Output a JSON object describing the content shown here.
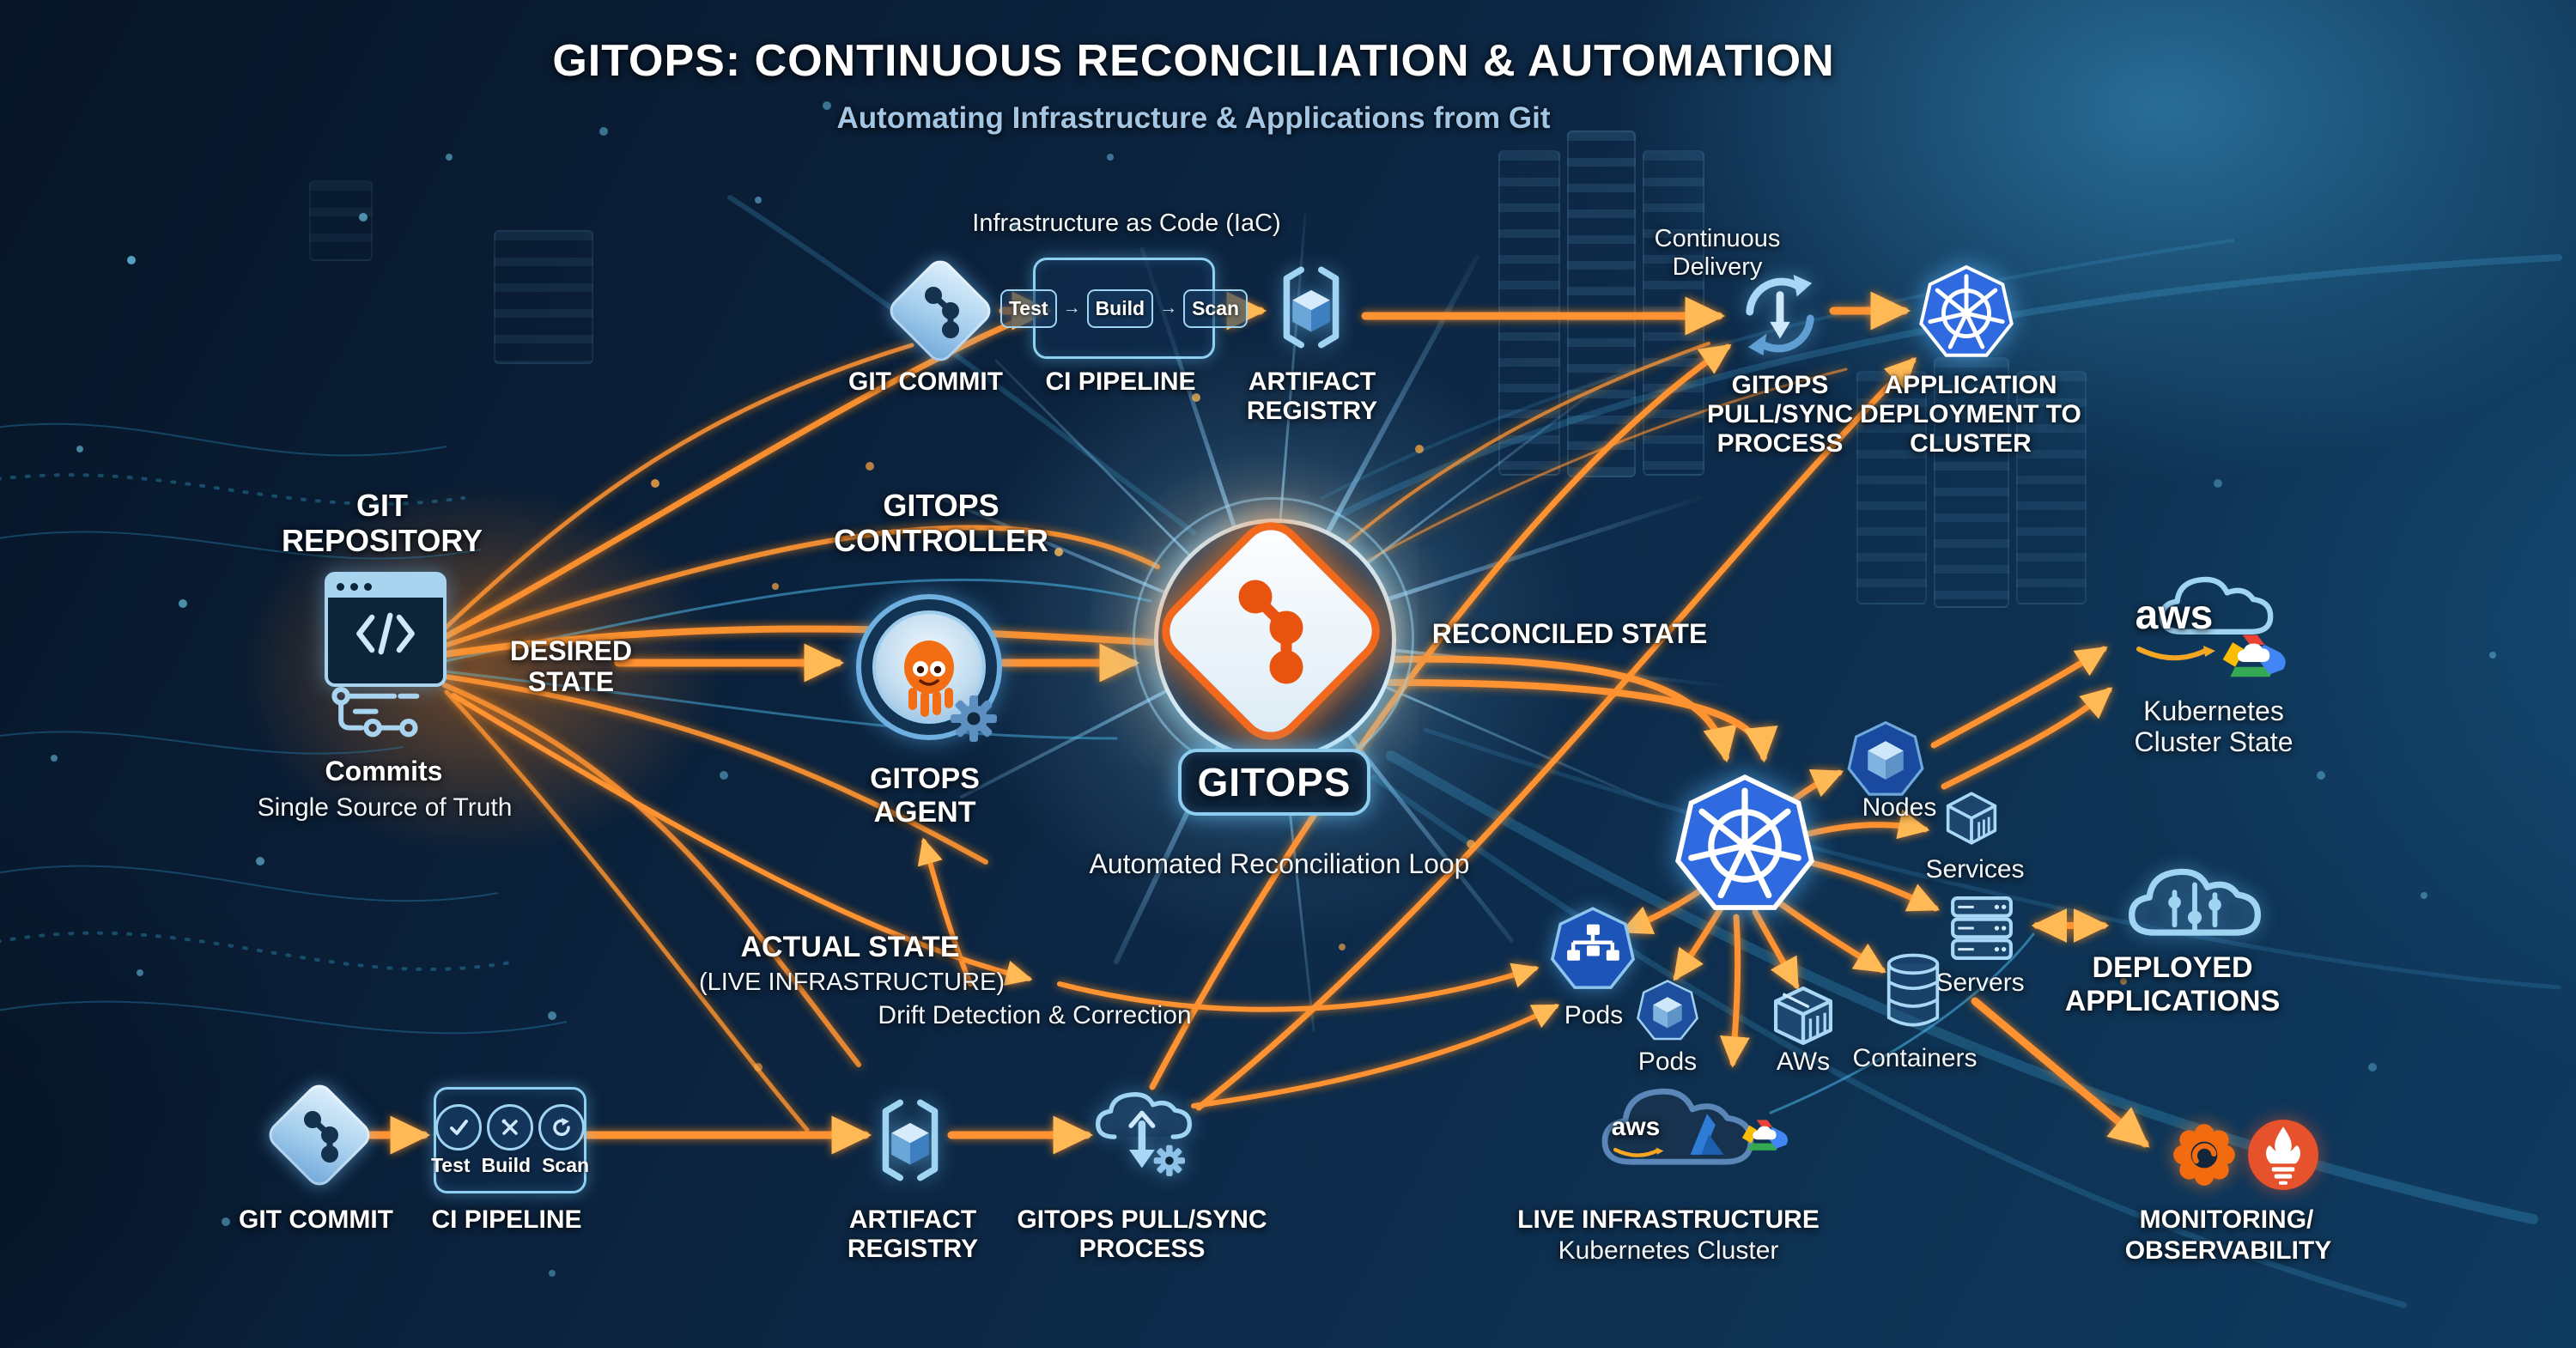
{
  "title": "GITOPS: CONTINUOUS RECONCILIATION & AUTOMATION",
  "subtitle": "Automating Infrastructure & Applications from Git",
  "colors": {
    "background": "#0B2340",
    "accent_orange": "#FF9230",
    "accent_blue": "#3FB9F2",
    "kubernetes_blue": "#326CE5",
    "text": "#FFFFFF"
  },
  "left": {
    "repo_title": "GIT REPOSITORY",
    "commits": "Commits",
    "source_of_truth": "Single Source of Truth",
    "desired_state": "DESIRED STATE"
  },
  "top": {
    "git_commit": "GIT COMMIT",
    "iac": "Infrastructure as Code (IaC)",
    "ci_pipeline": "CI PIPELINE",
    "ci_steps": [
      "Test",
      "Build",
      "Scan"
    ],
    "artifact_registry": "ARTIFACT REGISTRY",
    "continuous_delivery": "Continuous Delivery",
    "pull_sync": "GITOPS PULL/SYNC PROCESS",
    "app_deployment": "APPLICATION DEPLOYMENT TO CLUSTER"
  },
  "center": {
    "controller": "GITOPS CONTROLLER",
    "agent": "GITOPS AGENT",
    "badge": "GITOPS",
    "loop": "Automated Reconciliation Loop",
    "reconciled_state": "RECONCILED STATE",
    "actual_state": "ACTUAL STATE",
    "actual_state_sub": "(LIVE INFRASTRUCTURE)",
    "drift": "Drift Detection & Correction"
  },
  "cluster": {
    "nodes": "Nodes",
    "services": "Services",
    "servers": "Servers",
    "containers": "Containers",
    "pods_tree": "Pods",
    "pods_cube": "Pods",
    "aws_box": "AWs"
  },
  "right": {
    "aws": "aws",
    "cluster_state": "Kubernetes Cluster State",
    "deployed_apps": "DEPLOYED APPLICATIONS"
  },
  "bottom": {
    "git_commit": "GIT COMMIT",
    "ci_pipeline": "CI PIPELINE",
    "ci_steps": [
      "Test",
      "Build",
      "Scan"
    ],
    "artifact_registry": "ARTIFACT REGISTRY",
    "pull_sync": "GITOPS PULL/SYNC PROCESS",
    "live_infra": "LIVE INFRASTRUCTURE",
    "live_infra_sub": "Kubernetes Cluster",
    "monitoring": "MONITORING/",
    "observability": "OBSERVABILITY",
    "aws": "aws"
  },
  "icons": {
    "git-icon": "light blue diamond with branch nodes",
    "kubernetes-icon": "blue heptagon with white helm wheel",
    "artifact-registry-icon": "3d cube between brackets",
    "sync-icon": "circular arrows with center down arrow",
    "git-repository-icon": "code window with commit graph",
    "octopus-agent-icon": "orange octopus in blue ring",
    "gear-icon": "gear",
    "pull-sync-cloud-icon": "cloud with sync arrow and gear",
    "deployed-apps-cloud-icon": "cloud outline with sliders",
    "cloud-icon": "cloud outline",
    "nodes-icon": "heptagon with cube",
    "pods-tree-icon": "heptagon with hierarchy glyph",
    "pods-cube-icon": "heptagon with cube",
    "services-icon": "striped 3d cube",
    "servers-icon": "server rack stack",
    "containers-icon": "database cylinder",
    "aws-box-icon": "striped crate cube",
    "aws-logo": "aws wordmark with orange smile",
    "azure-logo": "blue A shards",
    "gcp-logo": "multicolor cloud",
    "grafana-icon": "orange swirl gear",
    "prometheus-icon": "orange disc with torch flame",
    "check-icon": "checkmark in circle",
    "build-icon": "crossed tools in circle",
    "scan-icon": "refresh arrow in circle"
  }
}
